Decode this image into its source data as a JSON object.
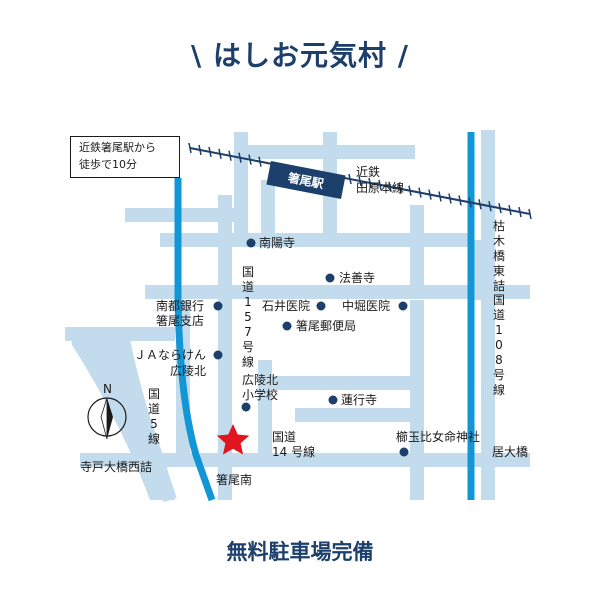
{
  "title": "\\ はしお元気村 /",
  "footer": "無料駐車場完備",
  "access_note": {
    "line1": "近鉄箸尾駅から",
    "line2": "徒歩で10分"
  },
  "station": "箸尾駅",
  "railway": {
    "line1": "近鉄",
    "line2": "田原本線"
  },
  "landmarks": {
    "nanyoji": "南陽寺",
    "hozenji": "法善寺",
    "ishii": "石井医院",
    "nakabori": "中堀医院",
    "bank1": "南都銀行",
    "bank2": "箸尾支店",
    "post": "箸尾郵便局",
    "ja1": "ＪＡならけん",
    "ja2": "広陵北",
    "school1": "広陵北",
    "school2": "小学校",
    "rengyoji": "蓮行寺",
    "shrine": "櫛玉比女命神社"
  },
  "roads": {
    "r157": [
      "国",
      "道",
      "1",
      "5",
      "7",
      "号",
      "線"
    ],
    "r5": [
      "国",
      "道",
      "5",
      "線"
    ],
    "r14a": "国道",
    "r14b": "14 号線",
    "r108": [
      "国",
      "道",
      "1",
      "0",
      "8",
      "号",
      "線"
    ],
    "kareki": [
      "枯",
      "木",
      "橋",
      "東",
      "詰"
    ]
  },
  "places": {
    "terado": "寺戸大橋西詰",
    "hashiominami": "箸尾南",
    "iohashi": "居大橋"
  },
  "compass": "N",
  "colors": {
    "road": "#c3dced",
    "river": "#1296d6",
    "navy": "#1d3f6b",
    "star": "#e2141e"
  }
}
